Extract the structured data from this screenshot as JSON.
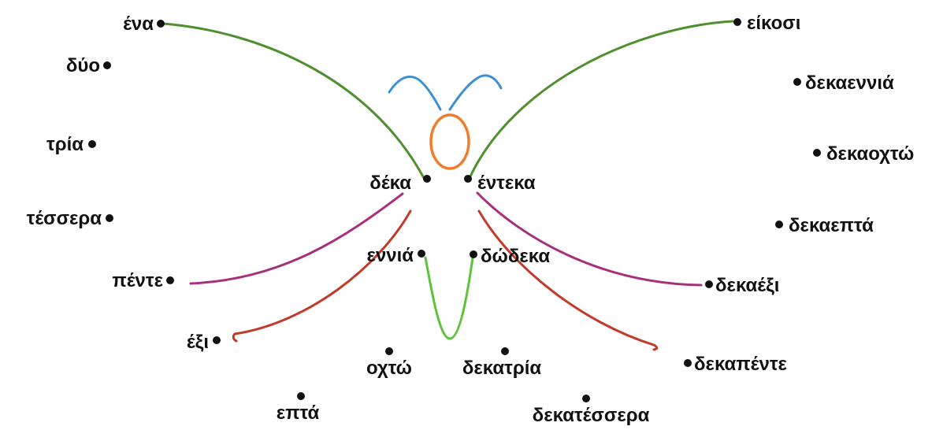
{
  "colors": {
    "green": "#4f8f2f",
    "bright_green": "#5cc33a",
    "purple": "#a6317a",
    "red": "#c23a2a",
    "blue": "#3e8fd0",
    "orange": "#ee7d2c",
    "dot": "#111111"
  },
  "words": {
    "ena": "ένα",
    "dyo": "δύο",
    "tria": "τρία",
    "tessera": "τέσσερα",
    "pente": "πέντε",
    "exi": "έξι",
    "epta": "επτά",
    "ochto": "οχτώ",
    "ennia": "εννιά",
    "deka": "δέκα",
    "enteka": "έντεκα",
    "dodeka": "δώδεκα",
    "dekatria": "δεκατρία",
    "dekatessera": "δεκατέσσερα",
    "dekapente": "δεκαπέντε",
    "dekaexi": "δεκαέξι",
    "dekaepta": "δεκαεπτά",
    "dekaochto": "δεκαοχτώ",
    "dekaennia": "δεκαεννιά",
    "eikosi": "είκοσι"
  }
}
